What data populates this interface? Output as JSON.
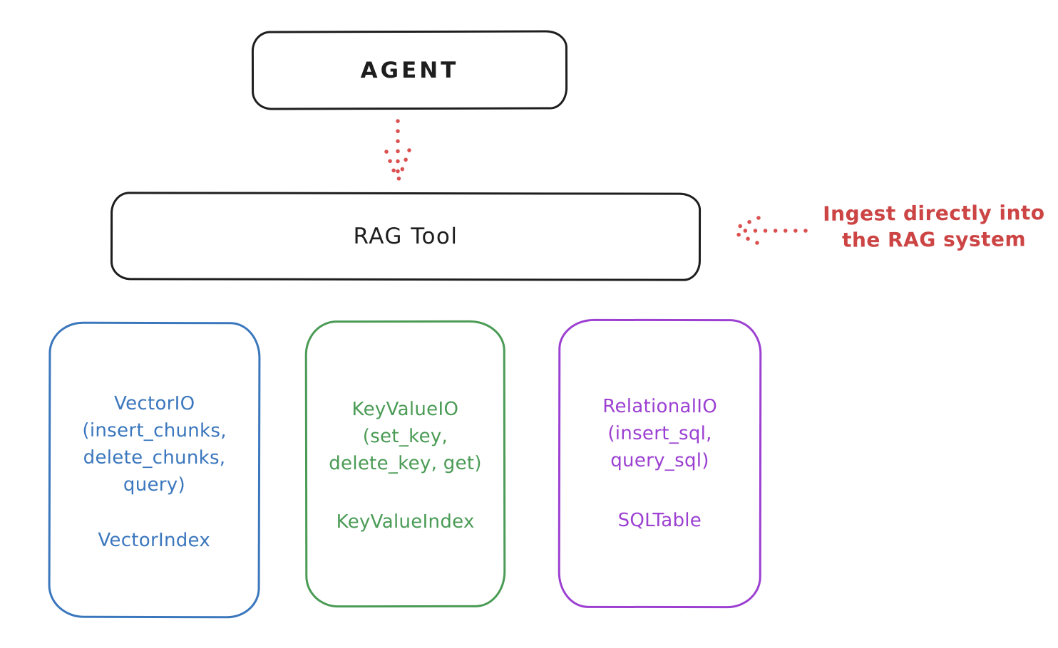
{
  "background": "#ffffff",
  "nodes": {
    "agent": {
      "label": "AGENT",
      "stroke_color": "#1e1e1e"
    },
    "rag_tool": {
      "label": "RAG Tool",
      "stroke_color": "#1e1e1e"
    }
  },
  "annotation": {
    "lines": [
      "Ingest directly into",
      "the RAG system"
    ],
    "color": "#cc4444"
  },
  "arrows": {
    "agent_to_rag_tool": {
      "style": "dotted",
      "color": "#db5151",
      "direction": "down"
    },
    "annotation_to_rag_tool": {
      "style": "dotted",
      "color": "#db5151",
      "direction": "left"
    }
  },
  "backends": [
    {
      "name": "vector-io",
      "title": "VectorIO",
      "methods": [
        "(insert_chunks,",
        "delete_chunks,",
        "query)"
      ],
      "index_label": "VectorIndex",
      "color": "#3b77bd"
    },
    {
      "name": "keyvalue-io",
      "title": "KeyValueIO",
      "methods": [
        "(set_key,",
        "delete_key, get)"
      ],
      "index_label": "KeyValueIndex",
      "color": "#4a9b55"
    },
    {
      "name": "relational-io",
      "title": "RelationalIO",
      "methods": [
        "(insert_sql,",
        "query_sql)"
      ],
      "index_label": "SQLTable",
      "color": "#9c40d2"
    }
  ]
}
